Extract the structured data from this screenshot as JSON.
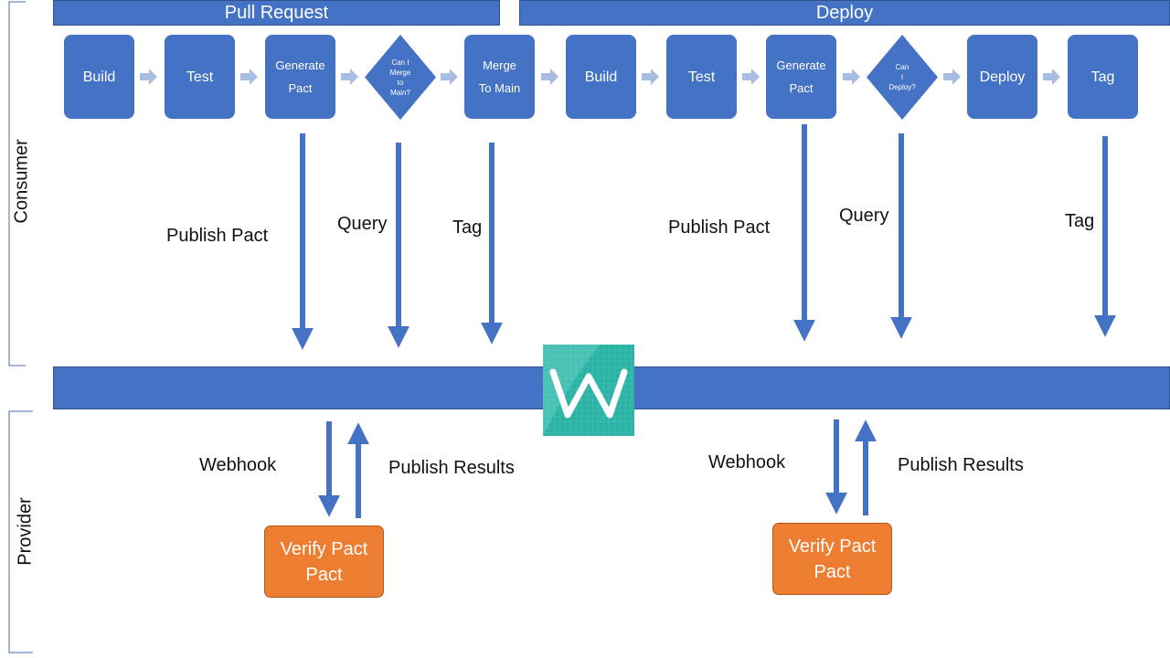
{
  "stages": {
    "pull_request": "Pull Request",
    "deploy": "Deploy"
  },
  "lanes": {
    "consumer": "Consumer",
    "provider": "Provider"
  },
  "pr_steps": {
    "build": "Build",
    "test": "Test",
    "generate_pact": "Generate Pact",
    "can_i_merge": "Can I\nMerge\nto\nMain?",
    "merge_to_main": "Merge To Main"
  },
  "deploy_steps": {
    "build": "Build",
    "test": "Test",
    "generate_pact": "Generate Pact",
    "can_i_deploy": "Can\nI\nDeploy?",
    "deploy": "Deploy",
    "tag": "Tag"
  },
  "pr_arrow_labels": {
    "publish_pact": "Publish Pact",
    "query": "Query",
    "tag": "Tag"
  },
  "deploy_arrow_labels": {
    "publish_pact": "Publish Pact",
    "query": "Query",
    "tag": "Tag"
  },
  "provider_left": {
    "webhook": "Webhook",
    "publish_results": "Publish Results",
    "verify": "Verify Pact Pact"
  },
  "provider_right": {
    "webhook": "Webhook",
    "publish_results": "Publish Results",
    "verify": "Verify Pact Pact"
  },
  "broker_logo": {
    "icon": "pact-broker-logo-icon",
    "letter": "W"
  },
  "colors": {
    "step_blue": "#4472c4",
    "arrow_blue": "#4472c4",
    "chevron": "#a9bde3",
    "verify_orange": "#ed7d31",
    "logo_teal": "#2bb3a6"
  }
}
